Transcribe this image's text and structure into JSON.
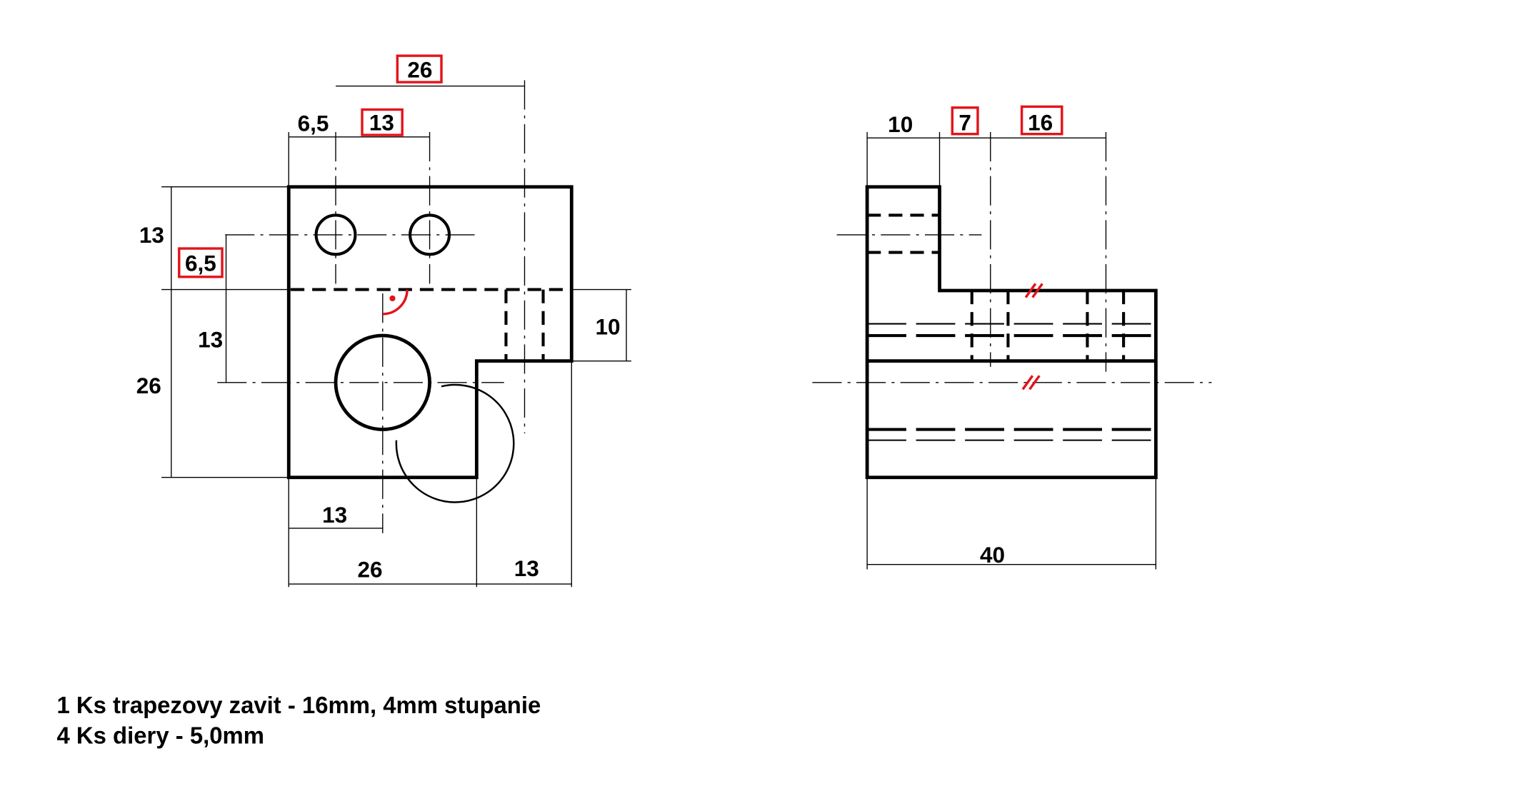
{
  "front_view": {
    "dims": {
      "top_26": "26",
      "top_6_5": "6,5",
      "top_13": "13",
      "left_13": "13",
      "left_6_5": "6,5",
      "left_13_inner": "13",
      "left_26": "26",
      "right_10": "10",
      "bottom_13": "13",
      "bottom_26": "26",
      "bottom_13_right": "13"
    }
  },
  "side_view": {
    "dims": {
      "top_10": "10",
      "top_7": "7",
      "top_16": "16",
      "bottom_40": "40"
    }
  },
  "notes": [
    "1 Ks trapezovy zavit - 16mm, 4mm stupanie",
    "4 Ks diery - 5,0mm"
  ],
  "colors": {
    "highlight": "#e3141b",
    "line": "#000000"
  }
}
